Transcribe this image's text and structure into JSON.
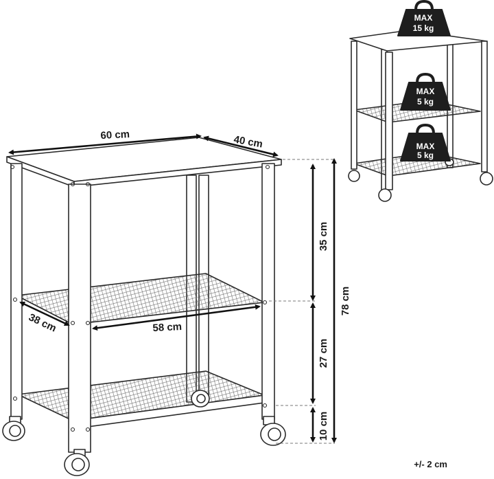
{
  "dimensions": {
    "width": "60 cm",
    "depth": "40 cm",
    "shelf_depth": "38 cm",
    "shelf_width": "58 cm",
    "top_gap": "35 cm",
    "middle_gap": "27 cm",
    "bottom_clearance": "10 cm",
    "total_height": "78 cm",
    "tolerance": "+/- 2 cm"
  },
  "load_limits": {
    "top": {
      "line1": "MAX",
      "line2": "15 kg"
    },
    "middle": {
      "line1": "MAX",
      "line2": "5 kg"
    },
    "bottom": {
      "line1": "MAX",
      "line2": "5 kg"
    }
  },
  "colors": {
    "line": "#2a2a2a",
    "weight_fill": "#1e1e1e",
    "background": "#ffffff"
  }
}
